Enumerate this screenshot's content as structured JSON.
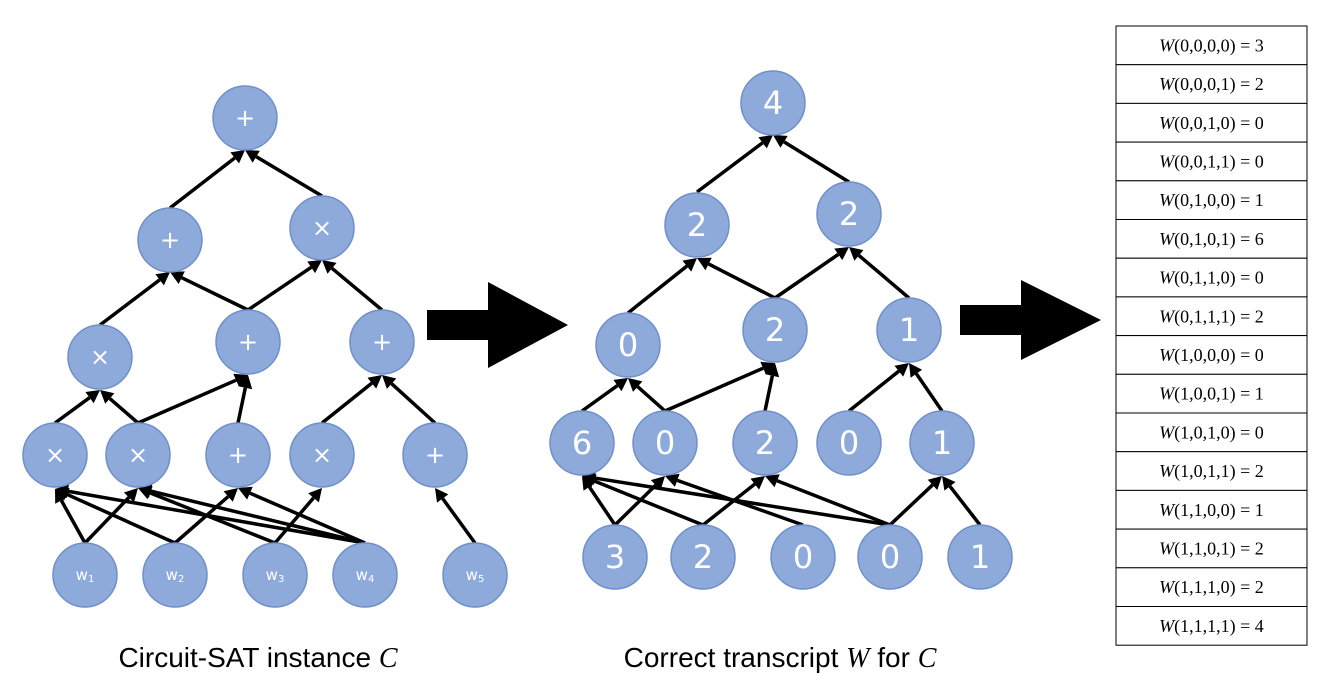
{
  "circuit": {
    "caption_text": "Circuit-SAT instance ",
    "caption_var": "C",
    "inputs": [
      "w",
      "w",
      "w",
      "w",
      "w"
    ],
    "input_subs": [
      "1",
      "2",
      "3",
      "4",
      "5"
    ],
    "ops": {
      "top": "+",
      "l1": [
        "+",
        "×"
      ],
      "l2": [
        "×",
        "+",
        "+"
      ],
      "l3": [
        "×",
        "×",
        "+",
        "×",
        "+"
      ]
    }
  },
  "transcript": {
    "caption_text": "Correct transcript ",
    "caption_var1": "W",
    "caption_mid": " for ",
    "caption_var2": "C",
    "inputs": [
      "3",
      "2",
      "0",
      "0",
      "1"
    ],
    "values": {
      "top": "4",
      "l1": [
        "2",
        "2"
      ],
      "l2": [
        "0",
        "2",
        "1"
      ],
      "l3": [
        "6",
        "0",
        "2",
        "0",
        "1"
      ]
    }
  },
  "table": {
    "function_name": "W",
    "rows": [
      {
        "args": "(0,0,0,0)",
        "value": "3"
      },
      {
        "args": "(0,0,0,1)",
        "value": "2"
      },
      {
        "args": "(0,0,1,0)",
        "value": "0"
      },
      {
        "args": "(0,0,1,1)",
        "value": "0"
      },
      {
        "args": "(0,1,0,0)",
        "value": "1"
      },
      {
        "args": "(0,1,0,1)",
        "value": "6"
      },
      {
        "args": "(0,1,1,0)",
        "value": "0"
      },
      {
        "args": "(0,1,1,1)",
        "value": "2"
      },
      {
        "args": "(1,0,0,0)",
        "value": "0"
      },
      {
        "args": "(1,0,0,1)",
        "value": "1"
      },
      {
        "args": "(1,0,1,0)",
        "value": "0"
      },
      {
        "args": "(1,0,1,1)",
        "value": "2"
      },
      {
        "args": "(1,1,0,0)",
        "value": "1"
      },
      {
        "args": "(1,1,0,1)",
        "value": "2"
      },
      {
        "args": "(1,1,1,0)",
        "value": "2"
      },
      {
        "args": "(1,1,1,1)",
        "value": "4"
      }
    ]
  }
}
